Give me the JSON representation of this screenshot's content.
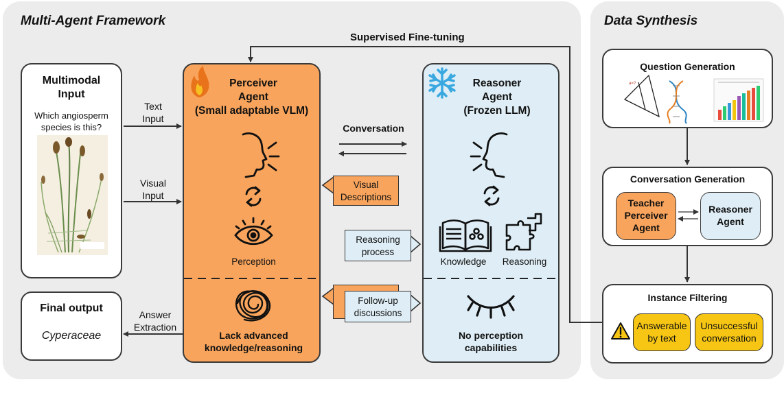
{
  "left_panel": {
    "title": "Multi-Agent Framework"
  },
  "right_panel": {
    "title": "Data Synthesis"
  },
  "sft_label": "Supervised Fine-tuning",
  "input_box": {
    "title_l1": "Multimodal",
    "title_l2": "Input",
    "question_l1": "Which angiosperm",
    "question_l2": "species is this?"
  },
  "text_input": {
    "l1": "Text",
    "l2": "Input"
  },
  "visual_input": {
    "l1": "Visual",
    "l2": "Input"
  },
  "output_box": {
    "title": "Final output",
    "value": "Cyperaceae"
  },
  "answer_extraction": {
    "l1": "Answer",
    "l2": "Extraction"
  },
  "perceiver": {
    "title_l1": "Perceiver",
    "title_l2": "Agent",
    "title_l3": "(Small adaptable VLM)",
    "perception_label": "Perception",
    "lack_l1": "Lack advanced",
    "lack_l2": "knowledge/reasoning"
  },
  "reasoner": {
    "title_l1": "Reasoner",
    "title_l2": "Agent",
    "title_l3": "(Frozen LLM)",
    "knowledge_label": "Knowledge",
    "reasoning_label": "Reasoning",
    "noperc_l1": "No perception",
    "noperc_l2": "capabilities"
  },
  "conversation_label": "Conversation",
  "callouts": {
    "visual_l1": "Visual",
    "visual_l2": "Descriptions",
    "reasoning_l1": "Reasoning",
    "reasoning_l2": "process",
    "followup_l1": "Follow-up",
    "followup_l2": "discussions"
  },
  "question_gen": {
    "title": "Question Generation"
  },
  "conversation_gen": {
    "title": "Conversation Generation",
    "teacher_l1": "Teacher",
    "teacher_l2": "Perceiver",
    "teacher_l3": "Agent",
    "reasoner_l1": "Reasoner",
    "reasoner_l2": "Agent"
  },
  "instance_filter": {
    "title": "Instance Filtering",
    "answerable_l1": "Answerable",
    "answerable_l2": "by text",
    "unsuccessful_l1": "Unsuccessful",
    "unsuccessful_l2": "conversation"
  },
  "colors": {
    "orange": "#f8a45c",
    "light_blue": "#dfeef6",
    "yellow": "#f7c614",
    "panel": "#ececec"
  },
  "icons": [
    "flame-icon",
    "snowflake-icon",
    "speaking-head-icon",
    "refresh-icon",
    "eye-icon",
    "book-icon",
    "puzzle-icon",
    "closed-eye-icon",
    "scribble-icon",
    "warning-icon",
    "plant-illustration"
  ]
}
